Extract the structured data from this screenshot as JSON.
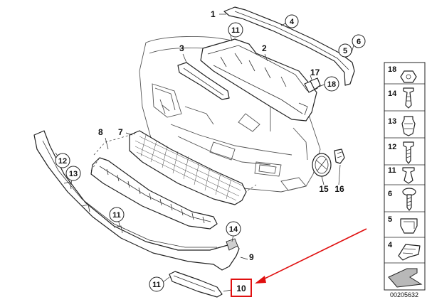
{
  "callouts": {
    "c1": "1",
    "c2": "2",
    "c3": "3",
    "c4": "4",
    "c5": "5",
    "c6": "6",
    "c7": "7",
    "c8": "8",
    "c9": "9",
    "c10": "10",
    "c11a": "11",
    "c11b": "11",
    "c11c": "11",
    "c12": "12",
    "c13": "13",
    "c14": "14",
    "c15": "15",
    "c16": "16",
    "c17": "17",
    "c18": "18"
  },
  "side_panel": {
    "p18": "18",
    "p14": "14",
    "p13": "13",
    "p12": "12",
    "p11": "11",
    "p6": "6",
    "p5": "5",
    "p4": "4"
  },
  "reference_code": "00205632",
  "highlight": {
    "box_color": "#e01010",
    "arrow_color": "#e01010"
  }
}
